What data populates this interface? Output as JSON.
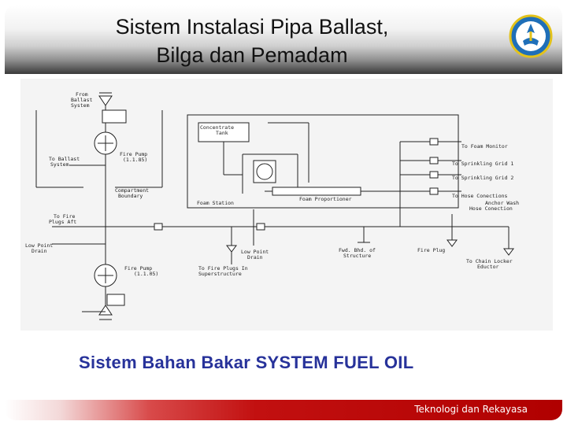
{
  "slide": {
    "title_line1": "Sistem  Instalasi  Pipa Ballast,",
    "title_line2": "Bilga dan Pemadam",
    "subtitle": "Sistem Bahan Bakar SYSTEM FUEL OIL",
    "footer": "Teknologi dan Rekayasa"
  },
  "diagram": {
    "labels": {
      "from_ballast": [
        "From",
        "Ballast",
        "System"
      ],
      "to_ballast": [
        "To Ballast",
        "System"
      ],
      "fire_pump_top": [
        "Fire Pump",
        "(1.1.85)"
      ],
      "compartment": [
        "Compartment",
        "Boundary"
      ],
      "to_fire_plugs": [
        "To Fire",
        "Plugs Aft"
      ],
      "low_point_drain_left": [
        "Low Point",
        "Drain"
      ],
      "fire_pump_bottom": [
        "Fire Pump",
        "(1.1.05)"
      ],
      "to_fire_plugs_super": [
        "To Fire Plugs In",
        "Superstructure"
      ],
      "low_point_drain_mid": [
        "Low Point",
        "Drain"
      ],
      "fwd_bhd": [
        "Fwd. Bhd. of",
        "Structure"
      ],
      "fire_plug": "Fire Plug",
      "to_chain_locker": [
        "To Chain Locker",
        "Eductor"
      ],
      "concentrate_tank": [
        "Concentrate",
        "Tank"
      ],
      "foam_station": "Foam Station",
      "foam_proportioner": "Foam Proportioner",
      "to_foam_monitor": "To Foam Monitor",
      "to_sprinkling_1": "To Sprinkling Grid 1",
      "to_sprinkling_2": "To Sprinkling Grid 2",
      "to_hose": "To Hose Conections",
      "anchor_wash": [
        "Anchor Wash",
        "Hose Conection"
      ]
    }
  },
  "colors": {
    "title_text": "#111111",
    "subtitle_text": "#27329a",
    "footer_bar": "#c21010",
    "footer_text": "#ffffff"
  },
  "icons": {
    "logo": "tut-wuri-handayani-emblem"
  }
}
